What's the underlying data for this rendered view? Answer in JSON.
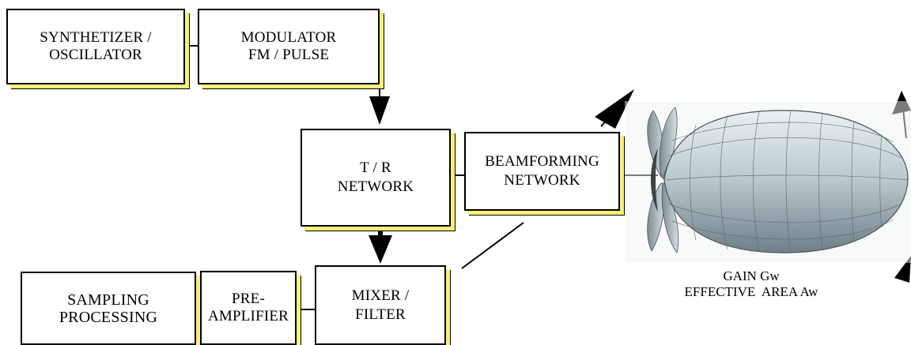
{
  "blocks": {
    "synthesizer": {
      "line1": "SYNTHETIZER /",
      "line2": "OSCILLATOR"
    },
    "modulator": {
      "line1": "MODULATOR",
      "line2": "FM / PULSE"
    },
    "tr_network": {
      "line1": "T  /  R",
      "line2": "NETWORK"
    },
    "beamforming": {
      "line1": "BEAMFORMING",
      "line2": "NETWORK"
    },
    "mixer": {
      "line1": "MIXER   /",
      "line2": "FILTER"
    },
    "preamp": {
      "line1": "PRE-",
      "line2": "AMPLIFIER"
    },
    "sampling": {
      "line1": "SAMPLING",
      "line2": "PROCESSING"
    }
  },
  "antenna": {
    "gain_label": "GAIN Gw",
    "area_label": "EFFECTIVE  AREA Aw",
    "icon": "antenna-radiation-pattern-icon"
  },
  "colors": {
    "block_shadow": "#f7f07a",
    "lobe_light": "#e6eef0",
    "lobe_dark": "#6f7f86"
  }
}
